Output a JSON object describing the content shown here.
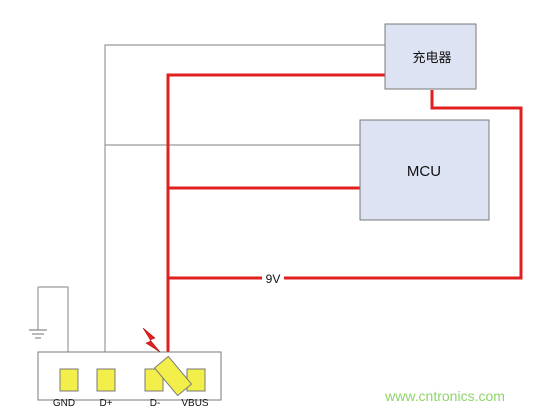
{
  "boxes": {
    "charger": "充电器",
    "mcu": "MCU"
  },
  "wires": {
    "voltage_label": "9V"
  },
  "connector": {
    "pins": [
      "GND",
      "D+",
      "D-",
      "VBUS"
    ]
  },
  "watermark": "www.cntronics.com",
  "colors": {
    "power_line": "#e01f1f",
    "signal_line": "#9a9a9a",
    "box_fill": "#dde3f2",
    "box_border": "#7a7a7a",
    "pin_fill": "#f2ee4a",
    "watermark": "#8fd46a",
    "lightning": "#e52020"
  },
  "icons": {
    "ground": "ground-symbol-icon",
    "spark": "lightning-bolt-icon"
  }
}
